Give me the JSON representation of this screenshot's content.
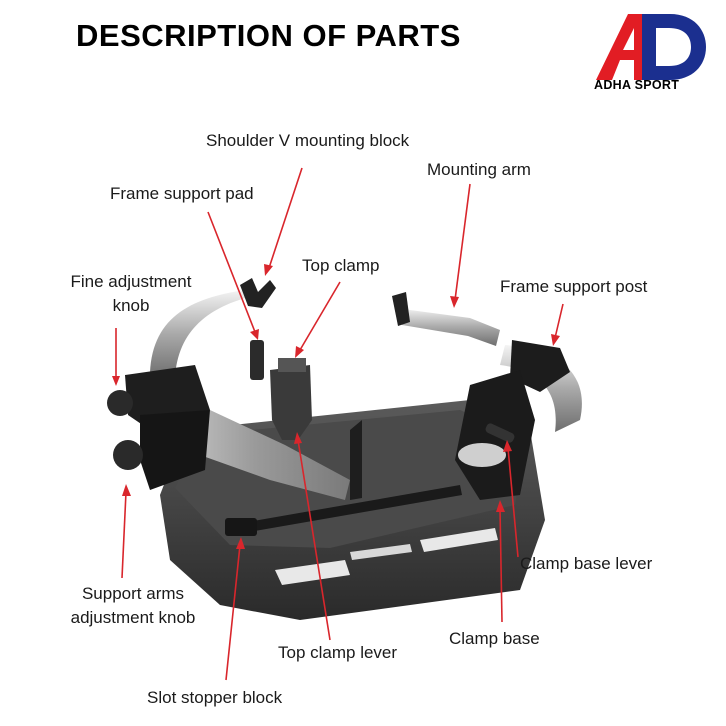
{
  "title": "DESCRIPTION OF PARTS",
  "brand": {
    "logo_text": "ADHA SPORT",
    "colors": {
      "red": "#e21d24",
      "blue": "#1b2f8f"
    }
  },
  "labels": {
    "shoulder_v_mounting_block": "Shoulder V mounting block",
    "mounting_arm": "Mounting arm",
    "frame_support_pad": "Frame support pad",
    "top_clamp": "Top clamp",
    "fine_adjustment_knob_1": "Fine adjustment",
    "fine_adjustment_knob_2": "knob",
    "frame_support_post": "Frame support post",
    "clamp_base_lever": "Clamp base lever",
    "support_arms_adjustment_knob_1": "Support arms",
    "support_arms_adjustment_knob_2": "adjustment knob",
    "clamp_base": "Clamp base",
    "top_clamp_lever": "Top clamp lever",
    "slot_stopper_block": "Slot stopper block"
  },
  "leader_color": "#d9262c"
}
